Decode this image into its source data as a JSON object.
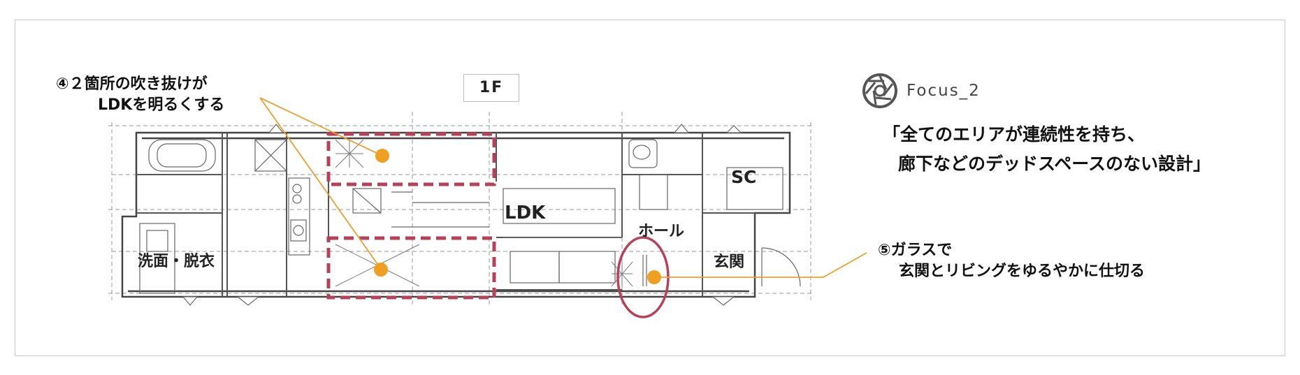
{
  "floor_label": "1F",
  "rooms": {
    "ldk": "LDK",
    "hall": "ホール",
    "sc": "SC",
    "entrance": "玄関",
    "washroom": "洗面・脱衣"
  },
  "notes": {
    "note4": {
      "number": "④",
      "line1": "２箇所の吹き抜けが",
      "line2": "LDKを明るくする"
    },
    "note5": {
      "number": "⑤",
      "line1": "ガラスで",
      "line2": "玄関とリビングをゆるやかに仕切る"
    }
  },
  "focus": {
    "icon": "camera-aperture-icon",
    "label": "Focus_2",
    "desc_line1": "「全てのエリアが連続性を持ち、",
    "desc_line2": "廊下などのデッドスペースのない設計」"
  },
  "colors": {
    "accent_dot": "#f0a020",
    "leader_line": "#e8a030",
    "highlight_dashed": "#b5425a",
    "highlight_ellipse": "#b5425a",
    "plan_lines": "#555555",
    "frame": "#c9c9c9"
  }
}
